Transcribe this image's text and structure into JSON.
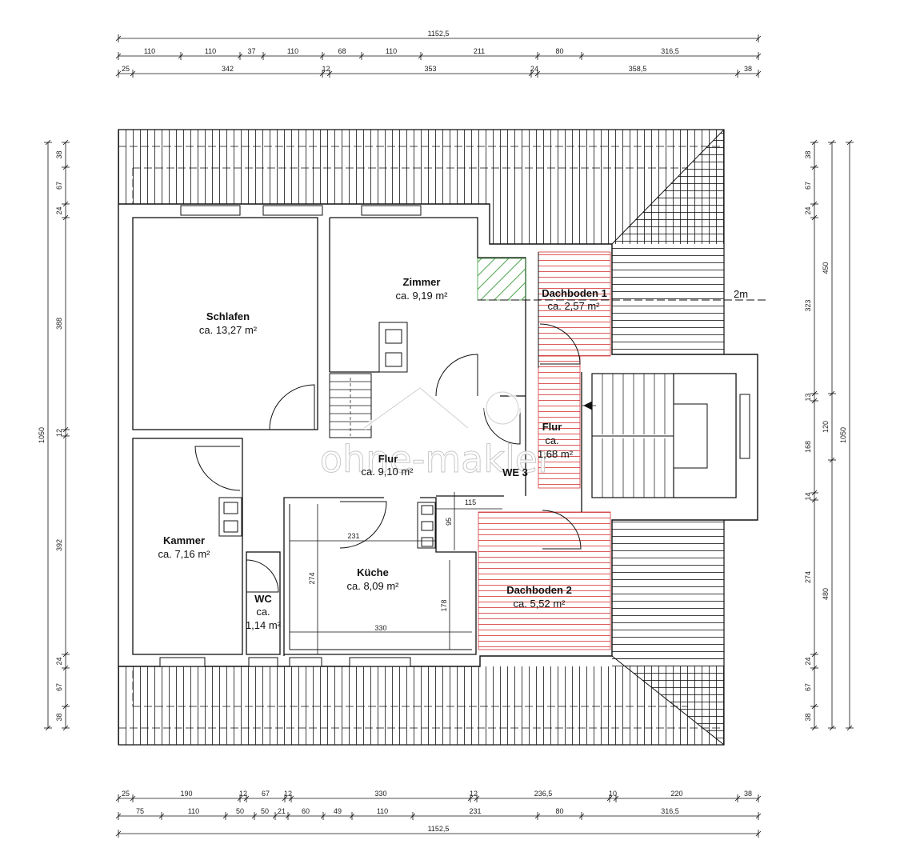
{
  "dims": {
    "top": {
      "overall": "1152,5",
      "row1": [
        "110",
        "110",
        "37",
        "110",
        "68",
        "110",
        "211",
        "80",
        "316,5"
      ],
      "row2": [
        "25",
        "342",
        "12",
        "353",
        "24",
        "358,5",
        "38"
      ]
    },
    "bottom": {
      "row1": [
        "25",
        "190",
        "12",
        "67",
        "12",
        "330",
        "12",
        "236,5",
        "10",
        "220",
        "38"
      ],
      "row2": [
        "75",
        "110",
        "50",
        "50",
        "21",
        "60",
        "49",
        "110",
        "231",
        "80",
        "316,5"
      ],
      "overall": "1152,5"
    },
    "left": {
      "overall": "1050",
      "segs": [
        "38",
        "67",
        "24",
        "388",
        "12",
        "392",
        "24",
        "67",
        "38"
      ]
    },
    "right": {
      "inner": [
        "38",
        "67",
        "24",
        "323",
        "13",
        "168",
        "14",
        "274",
        "24",
        "67",
        "38"
      ],
      "middle": [
        "450",
        "120",
        "480"
      ],
      "overall": "1050"
    },
    "interior": {
      "w231": "231",
      "w330": "330",
      "w115": "115",
      "h95": "95",
      "h274": "274",
      "h178": "178"
    }
  },
  "rooms": {
    "schlafen": {
      "name": "Schlafen",
      "area": "ca. 13,27 m²"
    },
    "zimmer": {
      "name": "Zimmer",
      "area": "ca. 9,19 m²"
    },
    "dachboden1": {
      "name": "Dachboden 1",
      "area": "ca. 2,57 m²"
    },
    "flur_right": {
      "name": "Flur",
      "area_a": "ca.",
      "area_b": "1,68 m²"
    },
    "flur_main": {
      "name": "Flur",
      "area": "ca. 9,10 m²"
    },
    "we3": {
      "name": "WE 3"
    },
    "kammer": {
      "name": "Kammer",
      "area": "ca. 7,16 m²"
    },
    "wc": {
      "name": "WC",
      "area_a": "ca.",
      "area_b": "1,14 m²"
    },
    "kueche": {
      "name": "Küche",
      "area": "ca. 8,09 m²"
    },
    "dachboden2": {
      "name": "Dachboden 2",
      "area": "ca. 5,52 m²"
    }
  },
  "annotations": {
    "height_line": "2m"
  },
  "watermark": {
    "text": "ohne-makler"
  },
  "colors": {
    "roof_lines": "#111111",
    "attic_hatch": "#d33333",
    "green_hatch": "#3a9a3a",
    "wall_fill": "#ffffff",
    "watermark": "#ffffff"
  }
}
